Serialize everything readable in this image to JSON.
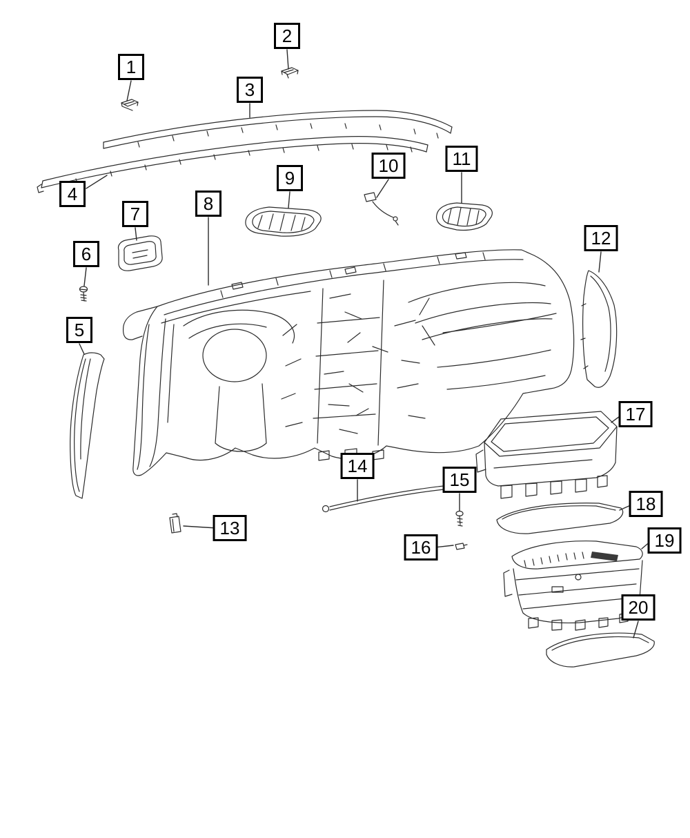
{
  "colors": {
    "background": "#ffffff",
    "line_art": "#2a2a2a",
    "callout_border": "#000000",
    "callout_text": "#000000"
  },
  "callouts": [
    {
      "label": "1"
    },
    {
      "label": "2"
    },
    {
      "label": "3"
    },
    {
      "label": "4"
    },
    {
      "label": "5"
    },
    {
      "label": "6"
    },
    {
      "label": "7"
    },
    {
      "label": "8"
    },
    {
      "label": "9"
    },
    {
      "label": "10"
    },
    {
      "label": "11"
    },
    {
      "label": "12"
    },
    {
      "label": "13"
    },
    {
      "label": "14"
    },
    {
      "label": "15"
    },
    {
      "label": "16"
    },
    {
      "label": "17"
    },
    {
      "label": "18"
    },
    {
      "label": "19"
    },
    {
      "label": "20"
    }
  ]
}
